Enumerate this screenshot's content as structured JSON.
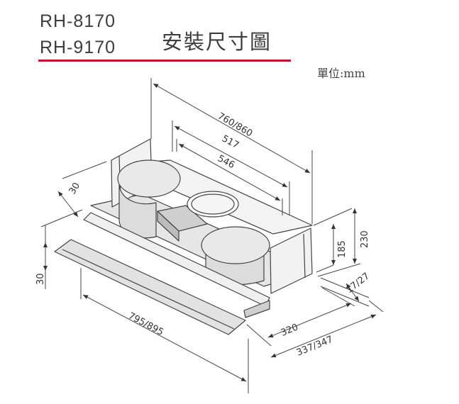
{
  "header": {
    "models": [
      "RH-8170",
      "RH-9170"
    ],
    "title": "安裝尺寸圖",
    "unit": "單位:mm",
    "accent_color": "#c8102e"
  },
  "dimensions": {
    "overall_width": "760/860",
    "inner_width_a": "517",
    "inner_width_b": "546",
    "left_offset": "30",
    "front_height": "30",
    "front_width": "795/895",
    "height_a": "185",
    "height_b": "230",
    "side_lip": "17/27",
    "depth_a": "320",
    "depth_b": "337/347"
  }
}
